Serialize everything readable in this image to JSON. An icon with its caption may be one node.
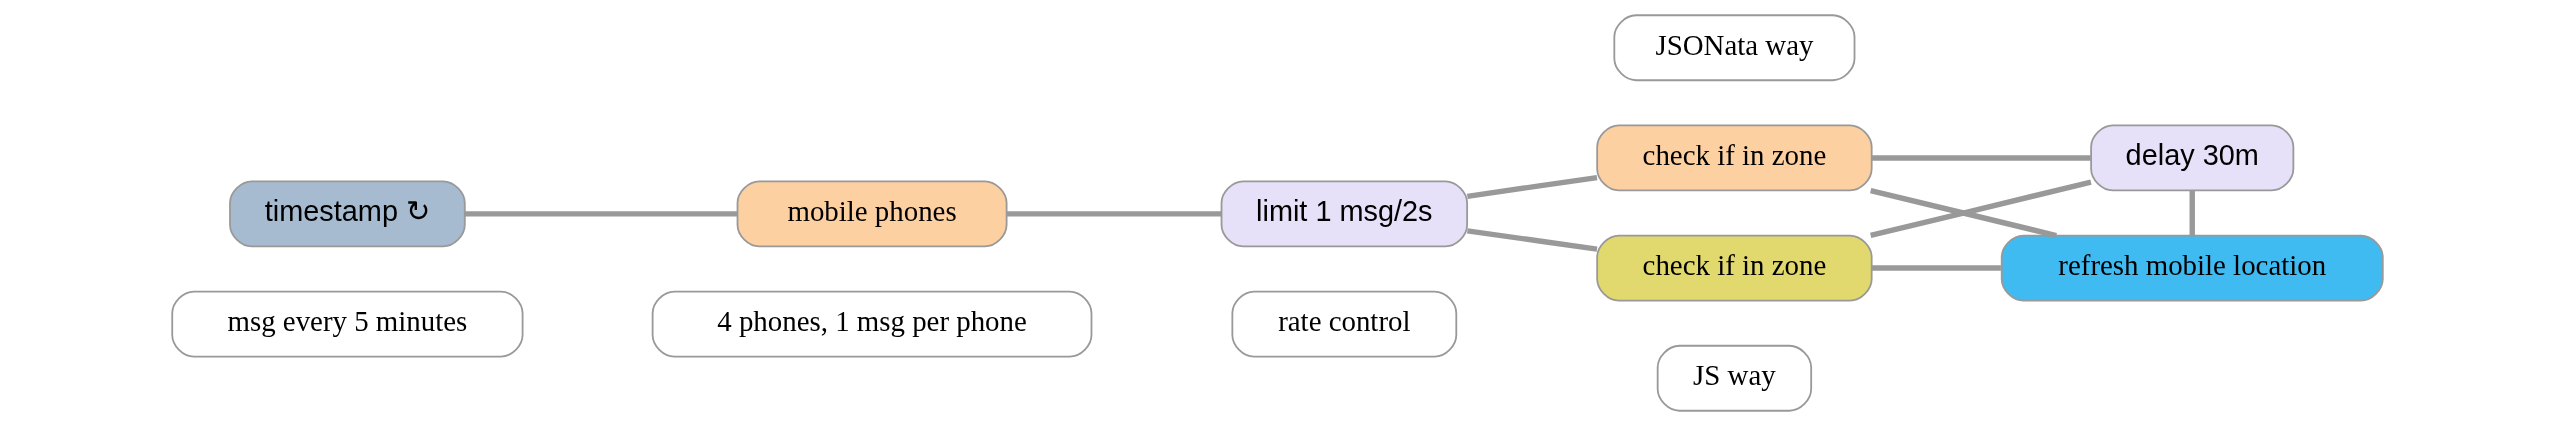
{
  "diagram": {
    "nodes": [
      {
        "text": [
          "msg every 5 minutes"
        ]
      },
      {
        "text": [
          "4 phones, 1 msg per phone"
        ]
      },
      {
        "text": [
          "rate control"
        ]
      },
      {
        "text": [
          "JS way"
        ]
      },
      {
        "text": [
          "timestamp ↻"
        ]
      },
      {
        "text": [
          "mobile phones"
        ]
      },
      {
        "text": [
          "limit 1 msg/2s"
        ]
      },
      {
        "text": [
          "check if in zone"
        ]
      },
      {
        "text": [
          "refresh mobile location"
        ]
      },
      {
        "text": [
          "check if in zone"
        ]
      },
      {
        "text": [
          "delay 30m"
        ]
      },
      {
        "text": [
          "JSONata way"
        ]
      }
    ],
    "edges": [
      {
        "from": 4,
        "to": 5,
        "arrow": "none"
      },
      {
        "from": 5,
        "to": 6,
        "arrow": "none"
      },
      {
        "from": 6,
        "to": 7,
        "arrow": "none"
      },
      {
        "from": 6,
        "to": 9,
        "arrow": "none"
      },
      {
        "from": 7,
        "to": 8,
        "arrow": "none"
      },
      {
        "from": 7,
        "to": 10,
        "arrow": "none"
      },
      {
        "from": 9,
        "to": 8,
        "arrow": "none"
      },
      {
        "from": 9,
        "to": 10,
        "arrow": "none"
      },
      {
        "from": 10,
        "to": 8,
        "arrow": "none"
      }
    ]
  }
}
